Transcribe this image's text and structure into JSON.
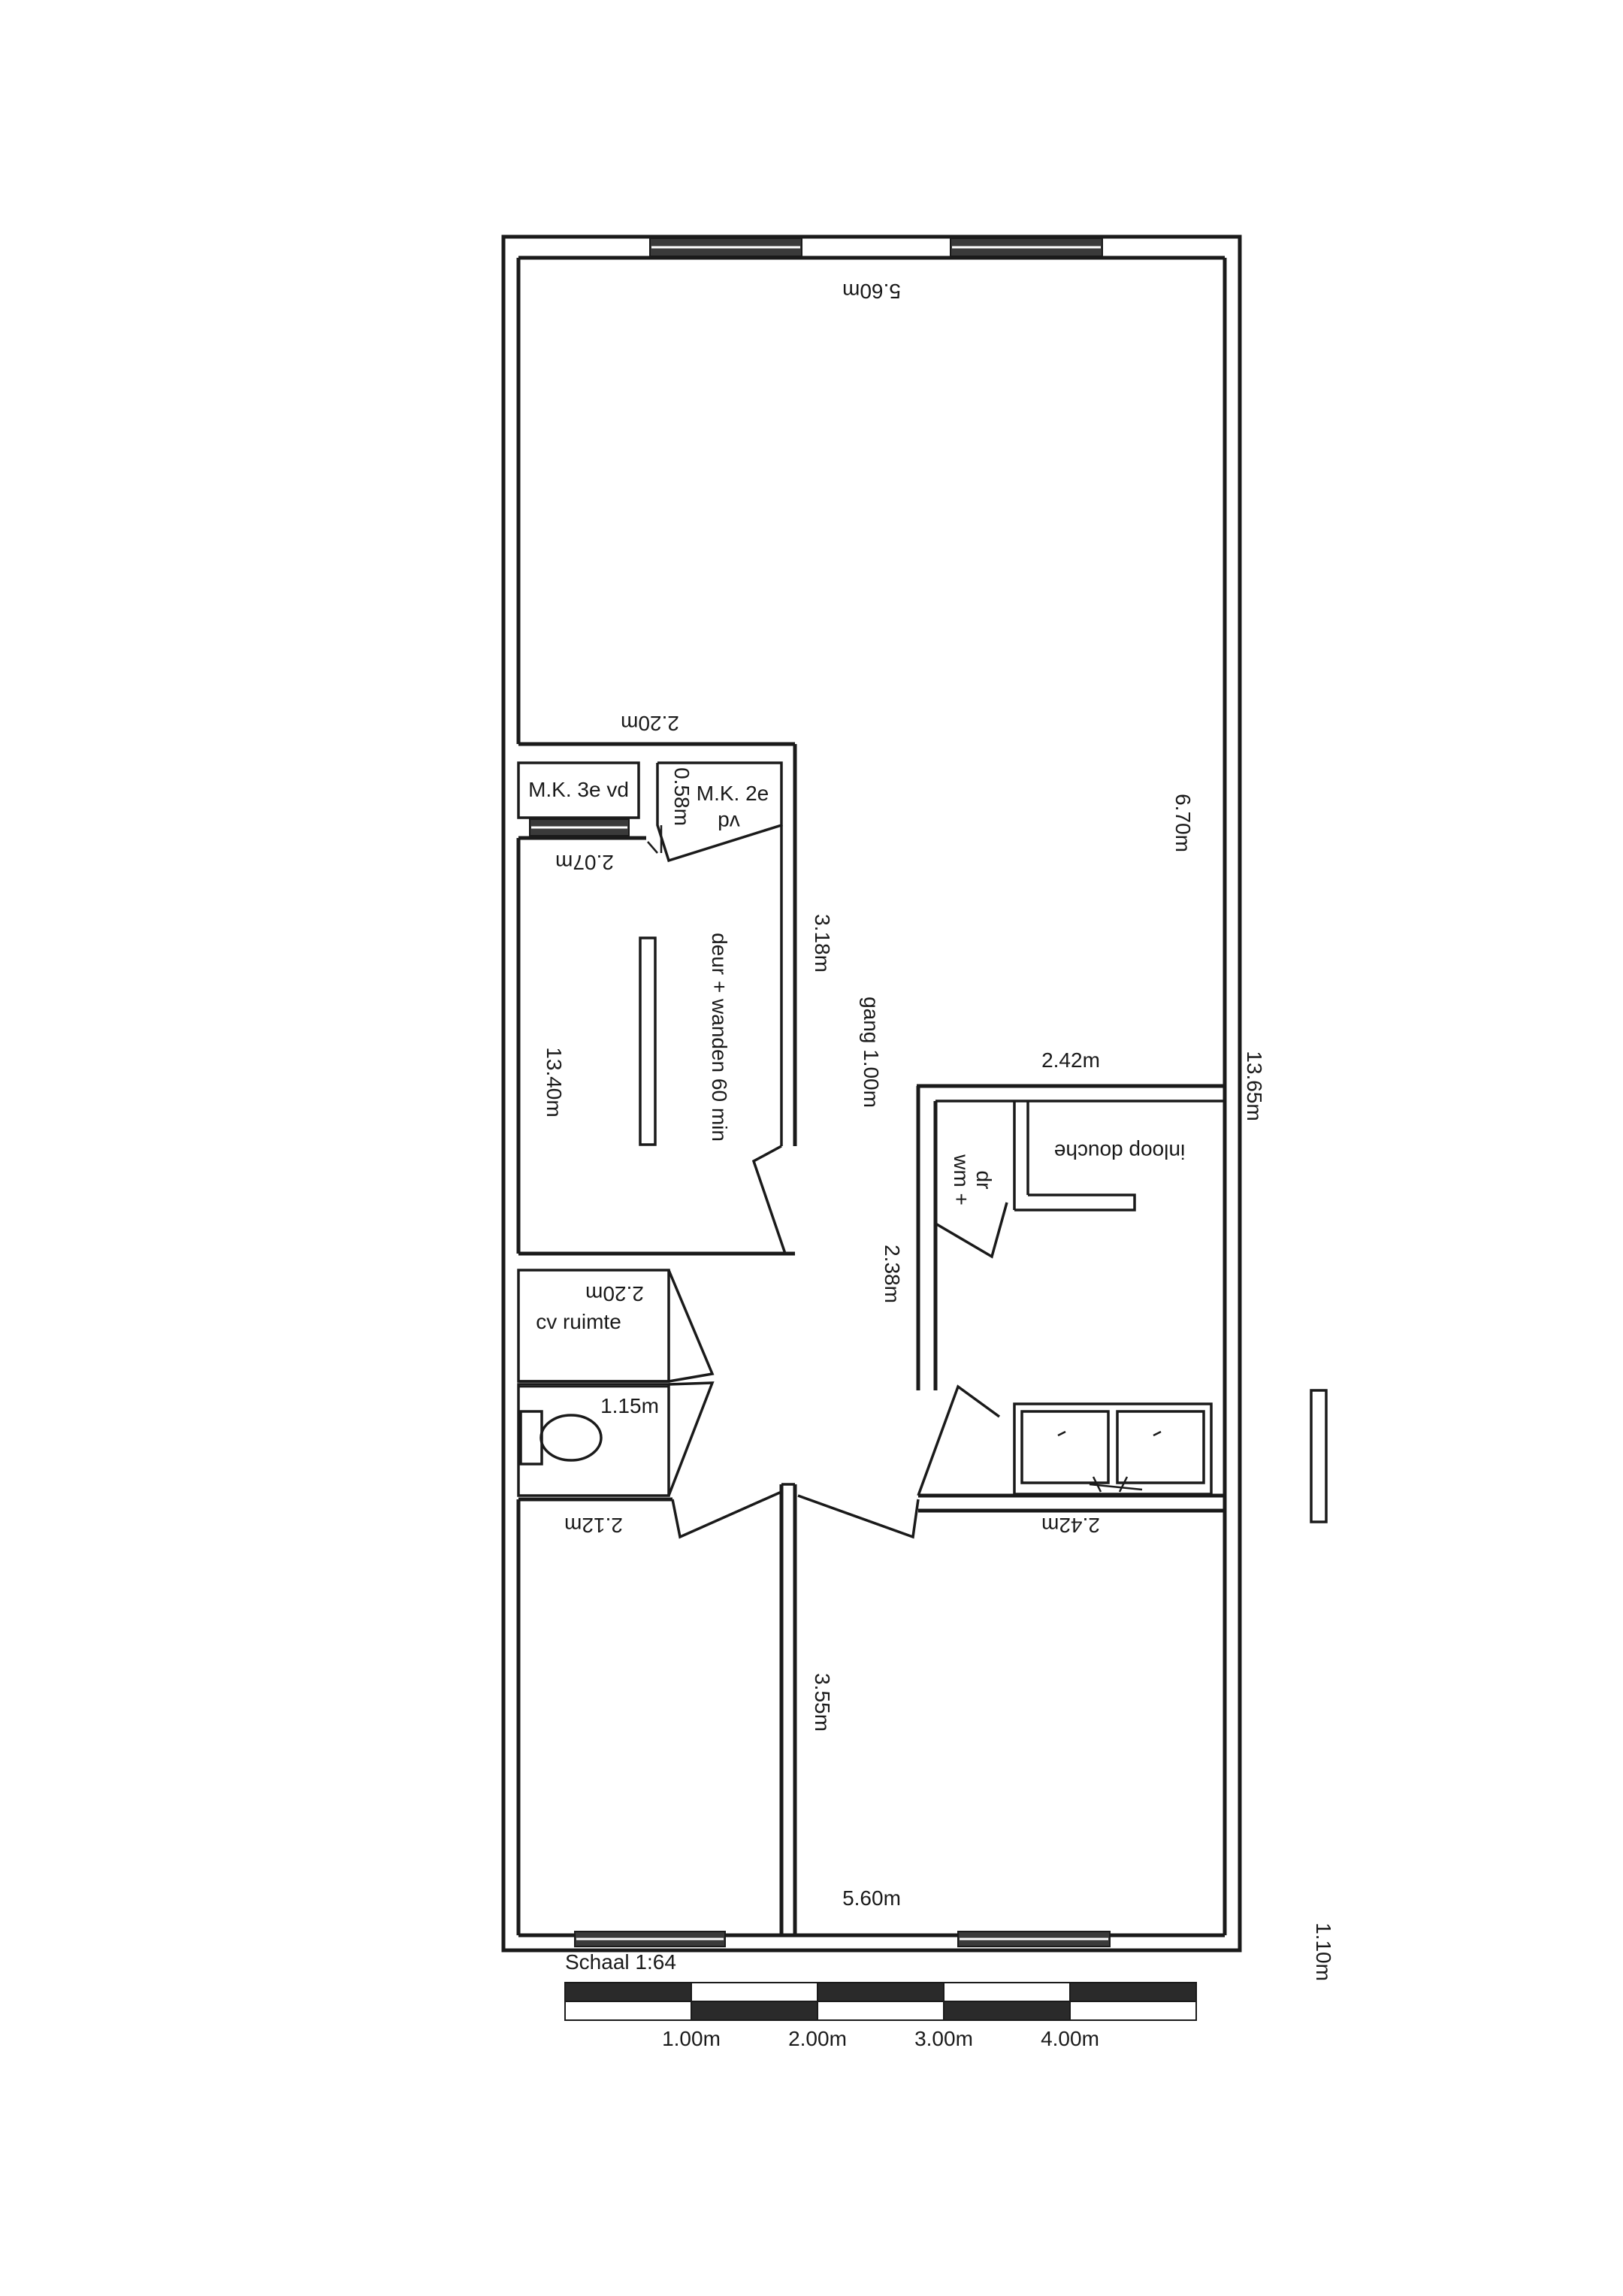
{
  "labels": {
    "top_width": "5.60m",
    "living_depth": "6.70m",
    "total_depth": "13.65m",
    "wall_2_20_top": "2.20m",
    "mk3": "M.K. 3e vd",
    "mk2_line1": "M.K. 2e",
    "mk2_line2": "vd",
    "mk2_depth": "0.58m",
    "room_2_07": "2.07m",
    "room_3_18": "3.18m",
    "room_13_40": "13.40m",
    "deur_wanden": "deur + wanden 60 min",
    "gang": "gang 1.00m",
    "bath_2_42": "2.42m",
    "inloop": "inloop douche",
    "wm_line1": "wm +",
    "wm_line2": "dr",
    "bath_2_38": "2.38m",
    "cv_2_20": "2.20m",
    "cv": "cv ruimte",
    "wc_1_15": "1.15m",
    "bed_2_12": "2.12m",
    "bed_2_42": "2.42m",
    "bed_3_55": "3.55m",
    "bottom_5_60": "5.60m",
    "side_1_10": "1.10m"
  },
  "scale": {
    "title": "Schaal 1:64",
    "ticks": [
      "1.00m",
      "2.00m",
      "3.00m",
      "4.00m"
    ]
  }
}
